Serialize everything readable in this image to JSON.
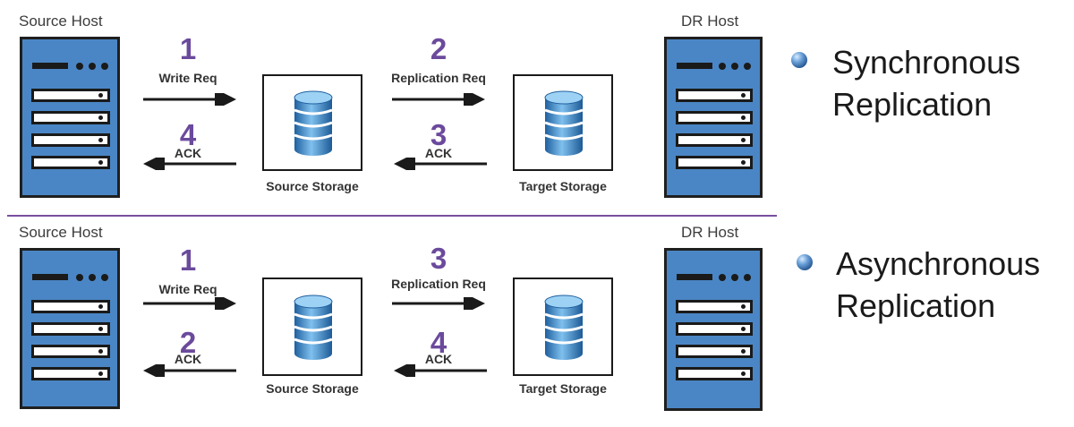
{
  "panels": [
    {
      "source_host": "Source Host",
      "dr_host": "DR Host",
      "write_num": "1",
      "write_label": "Write Req",
      "ack_src_num": "4",
      "ack_src_label": "ACK",
      "repl_num": "2",
      "repl_label": "Replication Req",
      "ack_tgt_num": "3",
      "ack_tgt_label": "ACK",
      "source_storage": "Source Storage",
      "target_storage": "Target Storage",
      "bullet_line1": "Synchronous",
      "bullet_line2": "Replication"
    },
    {
      "source_host": "Source Host",
      "dr_host": "DR Host",
      "write_num": "1",
      "write_label": "Write Req",
      "ack_src_num": "2",
      "ack_src_label": "ACK",
      "repl_num": "3",
      "repl_label": "Replication Req",
      "ack_tgt_num": "4",
      "ack_tgt_label": "ACK",
      "source_storage": "Source Storage",
      "target_storage": "Target Storage",
      "bullet_line1": "Asynchronous",
      "bullet_line2": "Replication"
    }
  ],
  "colors": {
    "server": "#4a86c5",
    "accent": "#6b4a9c",
    "divider": "#7a4fa0"
  },
  "icons": [
    "server-icon",
    "database-icon",
    "arrow-right-icon",
    "arrow-left-icon",
    "bullet-sphere-icon"
  ]
}
